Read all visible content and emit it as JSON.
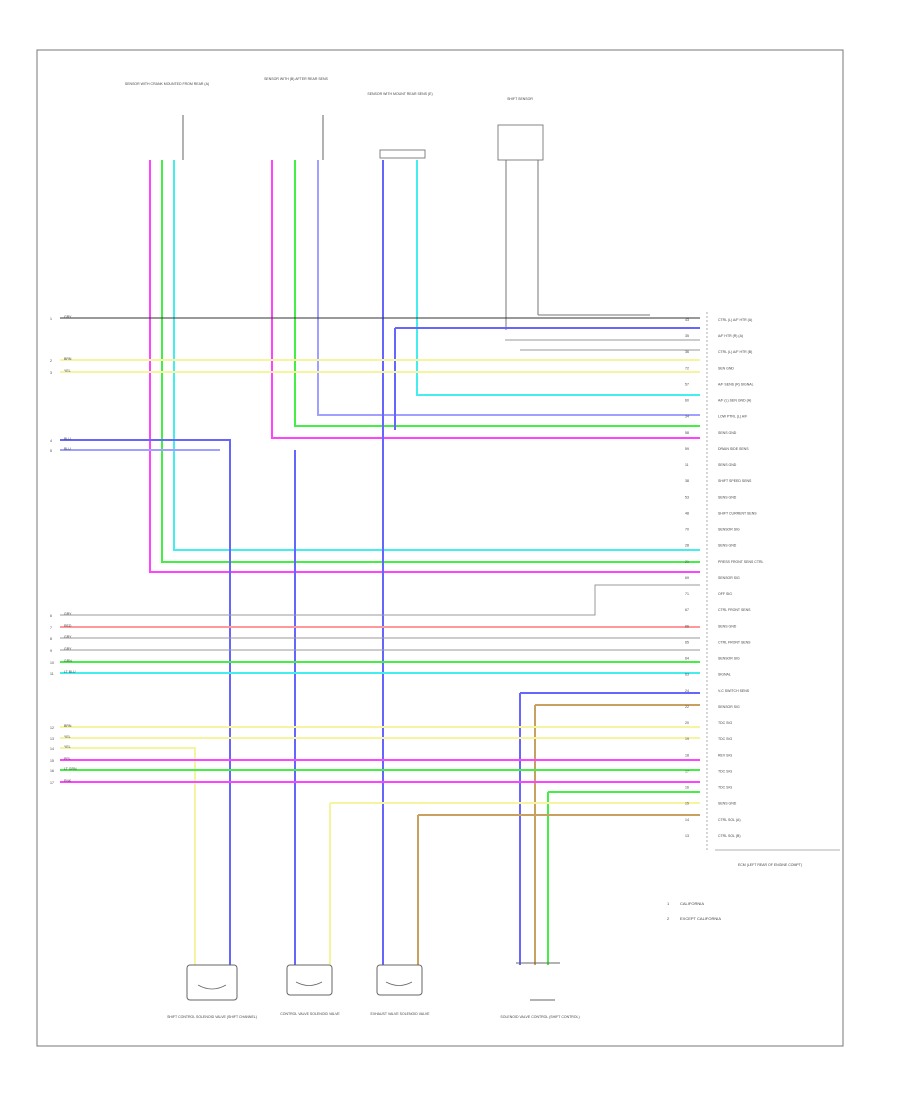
{
  "title": "",
  "legend": {
    "items": [
      {
        "key": "1",
        "label": "CALIFORNIA"
      },
      {
        "key": "2",
        "label": "EXCEPT CALIFORNIA"
      }
    ]
  },
  "ecm": {
    "label": "ECM (LEFT REAR OF ENGINE COMPT)",
    "pins": [
      {
        "pin": "43",
        "label": "CTRL (L) A/F HTR (A)"
      },
      {
        "pin": "35",
        "label": "A/F HTR (R) (A)"
      },
      {
        "pin": "36",
        "label": "CTRL (L) A/F HTR (B)"
      },
      {
        "pin": "72",
        "label": "SEN GND"
      },
      {
        "pin": "57",
        "label": "A/F SENS (R) SIGNAL"
      },
      {
        "pin": "60",
        "label": "A/F (L) SEN GND (A)"
      },
      {
        "pin": "34",
        "label": "LOW PTRL (L) A/F"
      },
      {
        "pin": "58",
        "label": "SENS GND"
      },
      {
        "pin": "59",
        "label": "DRAIN SIDE SENS"
      },
      {
        "pin": "11",
        "label": "SENS GND"
      },
      {
        "pin": "38",
        "label": "SHIFT SPEED SENS"
      },
      {
        "pin": "53",
        "label": "SENS GND"
      },
      {
        "pin": "48",
        "label": "SHIFT CURRENT SENS"
      },
      {
        "pin": "70",
        "label": "SENSOR SIG"
      },
      {
        "pin": "28",
        "label": "SENS GND"
      },
      {
        "pin": "21",
        "label": "PRESS FRONT SENS CTRL"
      },
      {
        "pin": "69",
        "label": "SENSOR SIG"
      },
      {
        "pin": "71",
        "label": "OFF SIG"
      },
      {
        "pin": "67",
        "label": "CTRL FRONT SENS"
      },
      {
        "pin": "66",
        "label": "SENS GND"
      },
      {
        "pin": "65",
        "label": "CTRL FRONT SENS"
      },
      {
        "pin": "64",
        "label": "SENSOR SIG"
      },
      {
        "pin": "63",
        "label": "SIGNAL"
      },
      {
        "pin": "24",
        "label": "V-C SWITCH SENS"
      },
      {
        "pin": "22",
        "label": "SENSOR SIG"
      },
      {
        "pin": "20",
        "label": "TDC SIG"
      },
      {
        "pin": "19",
        "label": "TDC SIG"
      },
      {
        "pin": "18",
        "label": "REV SIG"
      },
      {
        "pin": "17",
        "label": "TDC SIG"
      },
      {
        "pin": "16",
        "label": "TDC SIG"
      },
      {
        "pin": "15",
        "label": "SENS GND"
      },
      {
        "pin": "14",
        "label": "CTRL SOL (A)"
      },
      {
        "pin": "13",
        "label": "CTRL SOL (B)"
      }
    ]
  },
  "sensors": [
    {
      "name": "SENSOR WITH CRANK MOUNTED FROM REAR (A)"
    },
    {
      "name": "SENSOR WITH (B) AFTER REAR SENS"
    },
    {
      "name": "SENSOR WITH MOUNT REAR SENS (E)"
    },
    {
      "name": "SHIFT SENSOR"
    }
  ],
  "components": [
    {
      "name": "SHIFT CONTROL SOLENOID VALVE (SHIFT CHANNEL)"
    },
    {
      "name": "CONTROL VALVE SOLENOID VALVE"
    },
    {
      "name": "EXHAUST VALVE SOLENOID VALVE"
    },
    {
      "name": "SOLENOID VALVE CONTROL (SHIFT CONTROL)"
    }
  ],
  "left_refs": [
    {
      "n": "1",
      "wire": "GRY"
    },
    {
      "n": "2",
      "wire": "BRN"
    },
    {
      "n": "3",
      "wire": "YEL"
    },
    {
      "n": "4",
      "wire": "BLU"
    },
    {
      "n": "5",
      "wire": "BLU"
    },
    {
      "n": "6",
      "wire": "GRY"
    },
    {
      "n": "7",
      "wire": "RED"
    },
    {
      "n": "8",
      "wire": "GRY"
    },
    {
      "n": "9",
      "wire": "GRY"
    },
    {
      "n": "10",
      "wire": "GRN"
    },
    {
      "n": "11",
      "wire": "LT BLU"
    },
    {
      "n": "12",
      "wire": "BRN"
    },
    {
      "n": "13",
      "wire": "YEL"
    },
    {
      "n": "14",
      "wire": "YEL"
    },
    {
      "n": "15",
      "wire": "PPL"
    },
    {
      "n": "16",
      "wire": "LT GRN"
    },
    {
      "n": "17",
      "wire": "PNK"
    }
  ],
  "footer_code": "",
  "colors": {
    "magenta": "#ff44ff",
    "green": "#44ee44",
    "cyan": "#44eeee",
    "blue": "#6666ff",
    "lavender": "#a0a0ff",
    "yellow": "#f5f5a0",
    "tan": "#c8a060",
    "gray": "#999999",
    "pink": "#ff9999",
    "dark": "#333333"
  }
}
